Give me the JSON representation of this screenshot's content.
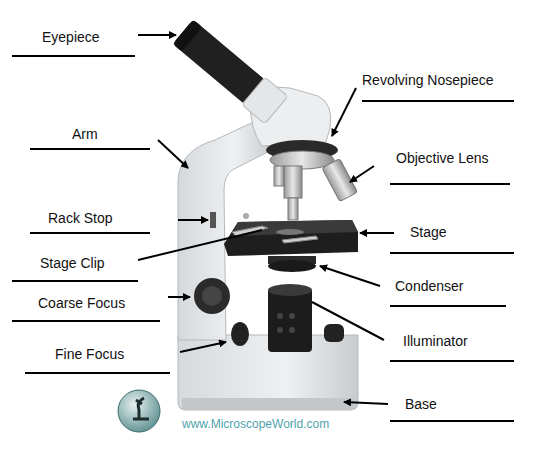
{
  "diagram": {
    "labels": [
      "Eyepiece",
      "Revolving Nosepiece",
      "Arm",
      "Objective Lens",
      "Rack Stop",
      "Stage",
      "Stage Clip",
      "Condenser",
      "Coarse Focus",
      "Illuminator",
      "Fine Focus",
      "Base",
      "www.MicroscopeWorld.com"
    ]
  }
}
